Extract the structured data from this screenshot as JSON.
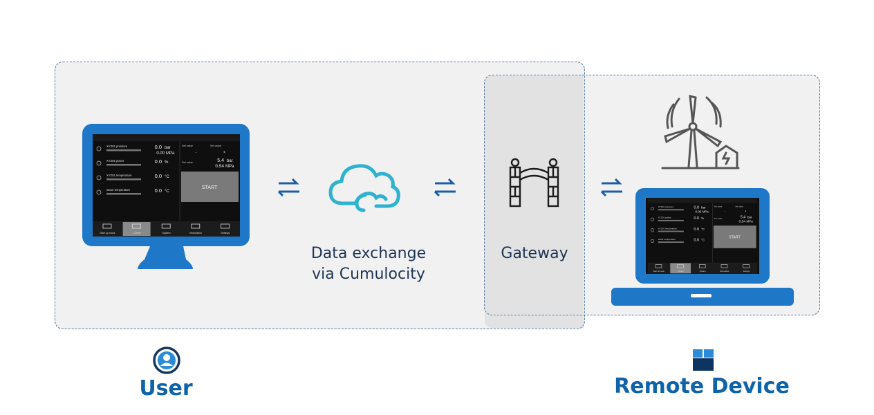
{
  "colors": {
    "zone_bg": "#f1f1f1",
    "overlap_bg": "#e2e2e2",
    "dashed_border": "#5a7fa8",
    "device_blue": "#1f77c8",
    "cloud_cyan": "#2fb2cf",
    "arrow_blue": "#1a5da8",
    "text_dark": "#1f3552",
    "accent_blue": "#0f63a8"
  },
  "labels": {
    "cloud_line1": "Data exchange",
    "cloud_line2": "via Cumulocity",
    "gateway": "Gateway",
    "user": "User",
    "remote_device": "Remote Device"
  },
  "hmi": {
    "rows": [
      {
        "name": "XYZ01 pressure",
        "value": "0.0",
        "unit": "bar",
        "value2": "0.00",
        "unit2": "MPa"
      },
      {
        "name": "XYZ01 power",
        "value": "0.0",
        "unit": "%"
      },
      {
        "name": "XYZ01 temperature",
        "value": "0.0",
        "unit": "°C"
      },
      {
        "name": "stator temperature",
        "value": "0.0",
        "unit": "°C"
      }
    ],
    "set_value_label": "Set value",
    "set_value_a": "--",
    "set_value_b": "◄",
    "set_pressure": "5.4",
    "set_pressure_unit": "bar",
    "set_pressure_mpa": "0.54",
    "set_pressure_mpa_unit": "MPa",
    "start_label": "START",
    "tabs": [
      "Start up mock",
      "Control",
      "System",
      "Information",
      "Settings"
    ]
  },
  "icons": {
    "exchange_arrows": "exchange-arrows-icon",
    "cloud": "cloud-icon",
    "gateway": "gateway-arch-icon",
    "wind_turbine": "wind-turbine-icon",
    "user": "user-icon",
    "remote_device": "device-blocks-icon"
  }
}
